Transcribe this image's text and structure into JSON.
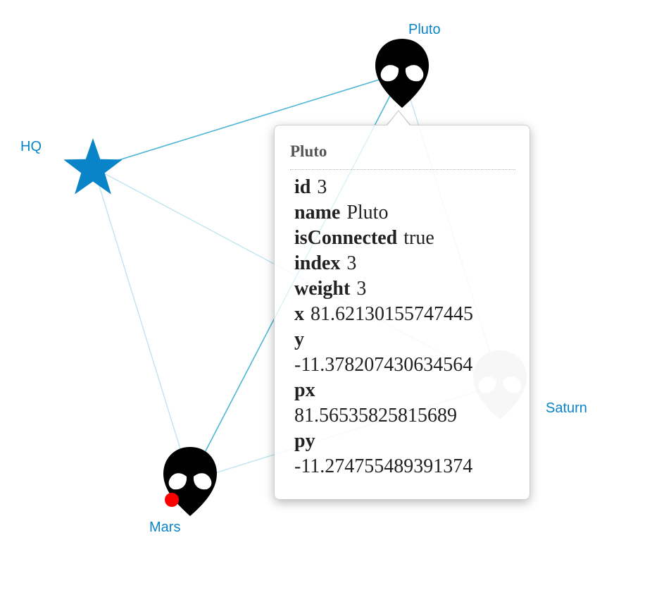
{
  "nodes": [
    {
      "id": "pluto",
      "label": "Pluto",
      "icon": "alien-icon",
      "color": "#000000"
    },
    {
      "id": "hq",
      "label": "HQ",
      "icon": "star-icon",
      "color": "#0a84c9"
    },
    {
      "id": "saturn",
      "label": "Saturn",
      "icon": "alien-icon",
      "color": "#c8c8c8"
    },
    {
      "id": "mars",
      "label": "Mars",
      "icon": "alien-icon",
      "color": "#000000",
      "status_dot_color": "#ff0000"
    }
  ],
  "links": [
    {
      "source": "hq",
      "target": "pluto"
    },
    {
      "source": "pluto",
      "target": "mars"
    },
    {
      "source": "pluto",
      "target": "saturn"
    },
    {
      "source": "hq",
      "target": "mars"
    },
    {
      "source": "hq",
      "target": "saturn"
    },
    {
      "source": "mars",
      "target": "saturn"
    }
  ],
  "colors": {
    "label": "#0a84c9",
    "link_strong": "#4db6d6",
    "link_faint": "#bfe4f0"
  },
  "tooltip": {
    "title": "Pluto",
    "properties": [
      {
        "key": "id",
        "value": "3"
      },
      {
        "key": "name",
        "value": "Pluto"
      },
      {
        "key": "isConnected",
        "value": "true"
      },
      {
        "key": "index",
        "value": "3"
      },
      {
        "key": "weight",
        "value": "3"
      },
      {
        "key": "x",
        "value": "81.62130155747445"
      },
      {
        "key": "y",
        "value": "-11.378207430634564"
      },
      {
        "key": "px",
        "value": "81.56535825815689"
      },
      {
        "key": "py",
        "value": "-11.274755489391374"
      }
    ]
  }
}
